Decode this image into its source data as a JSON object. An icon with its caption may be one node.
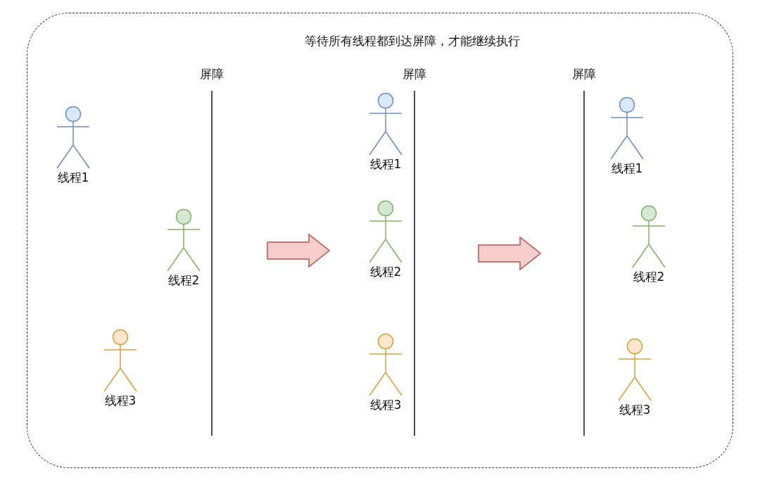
{
  "diagram": {
    "nodes": [
      {
        "text": [
          "等待所有线程都到达屏障，才能继续执行"
        ]
      },
      {
        "text": [
          "线程1"
        ],
        "in": 0
      },
      {
        "text": [
          "屏障"
        ],
        "in": 0
      },
      {
        "text": [
          "线程2"
        ],
        "in": 0
      },
      {
        "text": [
          "线程3"
        ],
        "in": 0
      },
      {
        "text": [
          "屏障"
        ],
        "in": 0
      },
      {
        "text": [
          "线程1"
        ],
        "in": 0
      },
      {
        "text": [
          "线程2"
        ],
        "in": 0
      },
      {
        "text": [
          "线程3"
        ],
        "in": 0
      },
      {
        "text": [
          "屏障"
        ],
        "in": 0
      },
      {
        "text": [
          "线程1"
        ],
        "in": 0
      },
      {
        "text": [
          "线程2"
        ],
        "in": 0
      },
      {
        "text": [
          "线程3"
        ],
        "in": 0
      }
    ]
  }
}
